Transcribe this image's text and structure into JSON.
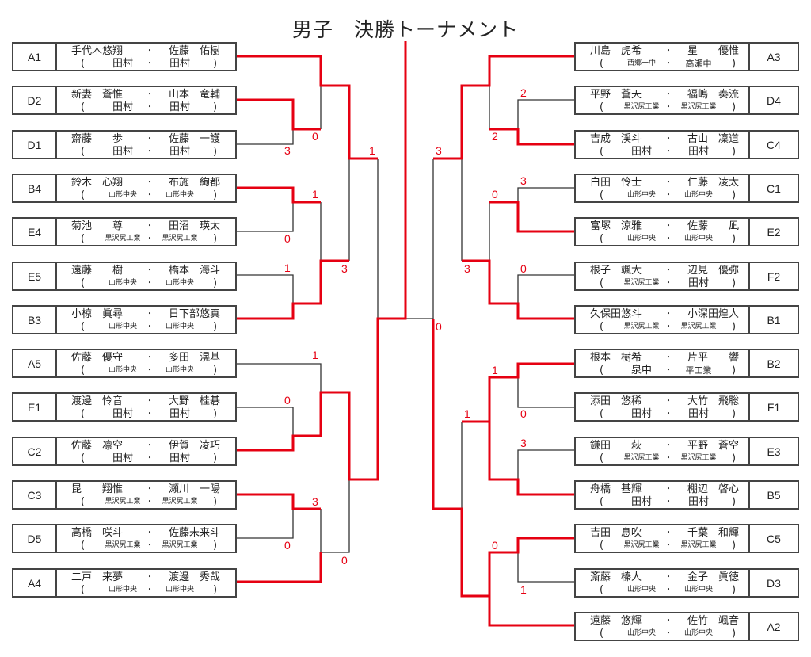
{
  "title": "男子　決勝トーナメント",
  "colors": {
    "winner_line": "#e60012",
    "line": "#333333",
    "score": "#e60012"
  },
  "left": [
    {
      "seed": "A1",
      "p1": "手代木悠翔",
      "p2": "佐藤　佑樹",
      "s1": "田村",
      "s2": "田村"
    },
    {
      "seed": "D2",
      "p1": "新妻　蒼惟",
      "p2": "山本　竜輔",
      "s1": "田村",
      "s2": "田村"
    },
    {
      "seed": "D1",
      "p1": "齋藤　　歩",
      "p2": "佐藤　一護",
      "s1": "田村",
      "s2": "田村"
    },
    {
      "seed": "B4",
      "p1": "鈴木　心翔",
      "p2": "布施　絢都",
      "s1": "山形中央",
      "s2": "山形中央"
    },
    {
      "seed": "E4",
      "p1": "菊池　　尊",
      "p2": "田沼　瑛太",
      "s1": "黒沢尻工業",
      "s2": "黒沢尻工業"
    },
    {
      "seed": "E5",
      "p1": "遠藤　　樹",
      "p2": "橋本　海斗",
      "s1": "山形中央",
      "s2": "山形中央"
    },
    {
      "seed": "B3",
      "p1": "小椋　眞尋",
      "p2": "日下部悠真",
      "s1": "山形中央",
      "s2": "山形中央"
    },
    {
      "seed": "A5",
      "p1": "佐藤　優守",
      "p2": "多田　滉基",
      "s1": "山形中央",
      "s2": "山形中央"
    },
    {
      "seed": "E1",
      "p1": "渡邊　怜音",
      "p2": "大野　桂碁",
      "s1": "田村",
      "s2": "田村"
    },
    {
      "seed": "C2",
      "p1": "佐藤　凛空",
      "p2": "伊賀　凌巧",
      "s1": "田村",
      "s2": "田村"
    },
    {
      "seed": "C3",
      "p1": "昆　　翔惟",
      "p2": "瀬川　一陽",
      "s1": "黒沢尻工業",
      "s2": "黒沢尻工業"
    },
    {
      "seed": "D5",
      "p1": "高橋　咲斗",
      "p2": "佐藤未来斗",
      "s1": "黒沢尻工業",
      "s2": "黒沢尻工業"
    },
    {
      "seed": "A4",
      "p1": "二戸　来夢",
      "p2": "渡邊　秀哉",
      "s1": "山形中央",
      "s2": "山形中央"
    }
  ],
  "right": [
    {
      "seed": "A3",
      "p1": "川島　虎希",
      "p2": "星　　優惟",
      "s1": "西郷一中",
      "s2": "高瀬中"
    },
    {
      "seed": "D4",
      "p1": "平野　蒼天",
      "p2": "福嶋　奏流",
      "s1": "黒沢尻工業",
      "s2": "黒沢尻工業"
    },
    {
      "seed": "C4",
      "p1": "吉成　渓斗",
      "p2": "古山　凜道",
      "s1": "田村",
      "s2": "田村"
    },
    {
      "seed": "C1",
      "p1": "白田　怜士",
      "p2": "仁藤　凌太",
      "s1": "山形中央",
      "s2": "山形中央"
    },
    {
      "seed": "E2",
      "p1": "富塚　涼雅",
      "p2": "佐藤　　凪",
      "s1": "山形中央",
      "s2": "山形中央"
    },
    {
      "seed": "F2",
      "p1": "根子　颯大",
      "p2": "辺見　優弥",
      "s1": "黒沢尻工業",
      "s2": "田村"
    },
    {
      "seed": "B1",
      "p1": "久保田悠斗",
      "p2": "小深田煌人",
      "s1": "黒沢尻工業",
      "s2": "黒沢尻工業"
    },
    {
      "seed": "B2",
      "p1": "根本　樹希",
      "p2": "片平　　響",
      "s1": "泉中",
      "s2": "平工業"
    },
    {
      "seed": "F1",
      "p1": "添田　悠稀",
      "p2": "大竹　飛聡",
      "s1": "田村",
      "s2": "田村"
    },
    {
      "seed": "E3",
      "p1": "鎌田　　萩",
      "p2": "平野　蒼空",
      "s1": "黒沢尻工業",
      "s2": "黒沢尻工業"
    },
    {
      "seed": "B5",
      "p1": "舟橋　基輝",
      "p2": "棚辺　啓心",
      "s1": "田村",
      "s2": "田村"
    },
    {
      "seed": "C5",
      "p1": "吉田　息吹",
      "p2": "千葉　和輝",
      "s1": "黒沢尻工業",
      "s2": "黒沢尻工業"
    },
    {
      "seed": "D3",
      "p1": "斎藤　榛人",
      "p2": "金子　眞徳",
      "s1": "山形中央",
      "s2": "山形中央"
    },
    {
      "seed": "A2",
      "p1": "遠藤　悠輝",
      "p2": "佐竹　颯音",
      "s1": "山形中央",
      "s2": "山形中央"
    }
  ],
  "separator": "・",
  "paren_open": "(",
  "paren_close": ")",
  "scores": [
    "0",
    "3",
    "1",
    "1",
    "0",
    "1",
    "3",
    "1",
    "0",
    "3",
    "0",
    "0",
    "3",
    "0",
    "2",
    "2",
    "3",
    "0",
    "0",
    "3",
    "1",
    "0",
    "3",
    "1",
    "0",
    "1"
  ]
}
